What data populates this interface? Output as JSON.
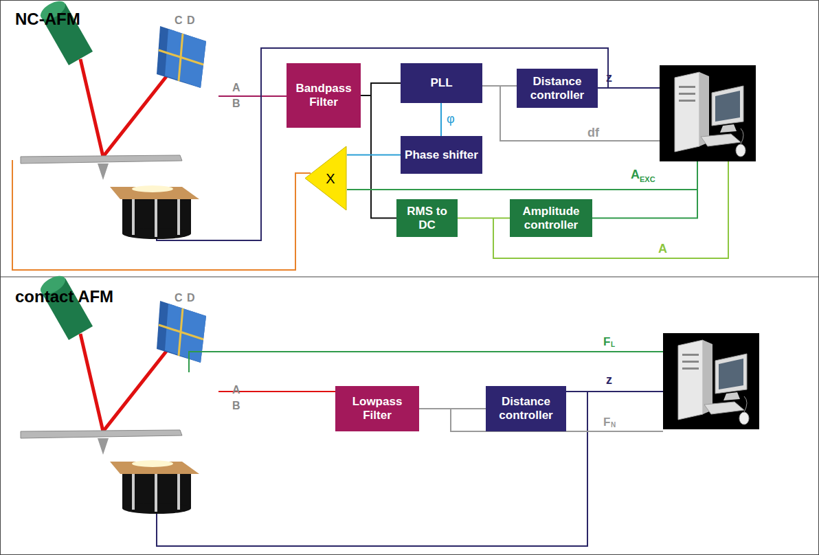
{
  "diagram": {
    "nodes": [
      {
        "text": [
          "Bandpass Filter"
        ]
      },
      {
        "text": [
          "PLL"
        ]
      },
      {
        "text": [
          "Distance controller"
        ]
      },
      {
        "text": [
          "Phase shifter"
        ]
      },
      {
        "text": [
          "X"
        ]
      },
      {
        "text": [
          "RMS to DC"
        ]
      },
      {
        "text": [
          "Amplitude controller"
        ]
      },
      {
        "text": [
          "Lowpass Filter"
        ]
      },
      {
        "text": [
          "Distance controller"
        ]
      }
    ],
    "edges": [
      {
        "from": 0,
        "to": 1,
        "arrow": "none"
      },
      {
        "from": 0,
        "to": 5,
        "arrow": "none"
      },
      {
        "from": 1,
        "to": 2,
        "arrow": "none"
      },
      {
        "from": 1,
        "to": 3,
        "arrow": "none",
        "label": "φ"
      },
      {
        "from": 3,
        "to": 4,
        "arrow": "none"
      },
      {
        "from": 6,
        "to": 4,
        "arrow": "none"
      },
      {
        "from": 5,
        "to": 6,
        "arrow": "none"
      },
      {
        "from": 7,
        "to": 8,
        "arrow": "none"
      }
    ],
    "labels": [
      "NC-AFM",
      "C",
      "D",
      "A",
      "B",
      "z",
      "df",
      "A",
      "EXC",
      "A",
      "contact AFM",
      "F",
      "L",
      "C",
      "D",
      "A",
      "B",
      "z",
      "F",
      "N"
    ]
  }
}
